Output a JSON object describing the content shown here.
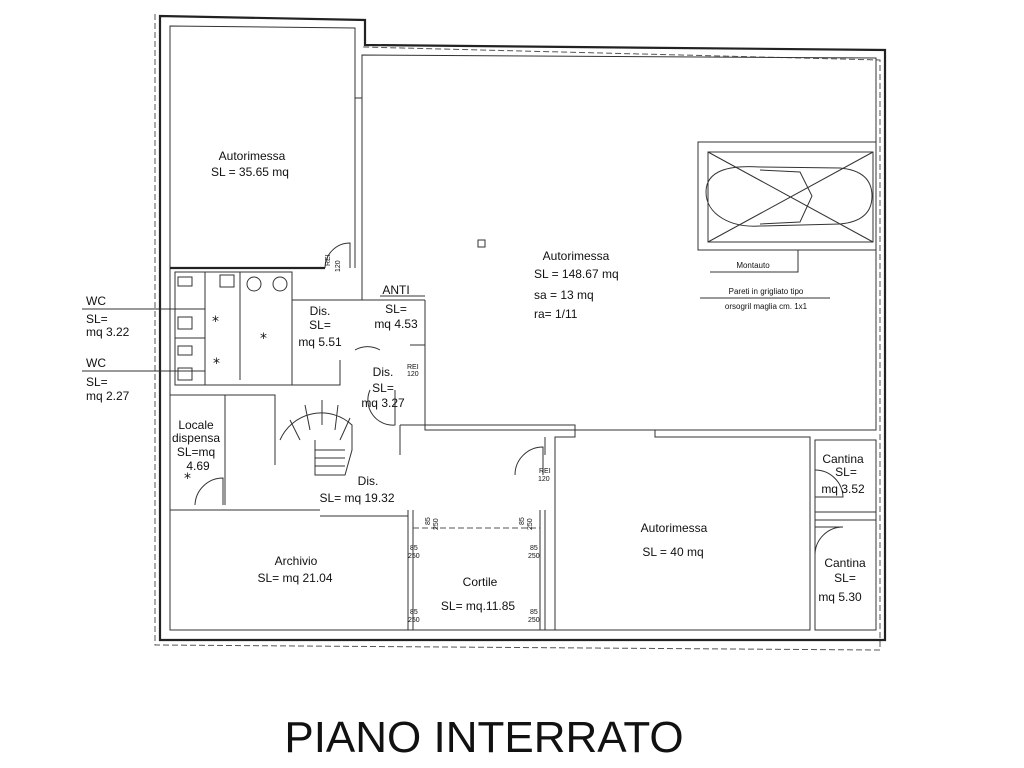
{
  "title": "PIANO INTERRATO",
  "rooms": [
    {
      "id": "autorimessa_1",
      "name": "Autorimessa",
      "area": "SL = 35.65 mq"
    },
    {
      "id": "autorimessa_2",
      "name": "Autorimessa",
      "area": "SL = 148.67 mq",
      "sa": "sa = 13 mq",
      "ra": "ra= 1/11"
    },
    {
      "id": "anti",
      "name": "ANTI",
      "sl": "SL=",
      "area": "mq 4.53"
    },
    {
      "id": "dis_1",
      "name": "Dis.",
      "sl": "SL=",
      "area": "mq 5.51"
    },
    {
      "id": "dis_2",
      "name": "Dis.",
      "sl": "SL=",
      "area": "mq 3.27"
    },
    {
      "id": "wc_1",
      "name": "WC",
      "sl": "SL=",
      "area": "mq 3.22"
    },
    {
      "id": "wc_2",
      "name": "WC",
      "sl": "SL=",
      "area": "mq 2.27"
    },
    {
      "id": "locale_dispensa",
      "name1": "Locale",
      "name2": "dispensa",
      "sl": "SL=mq",
      "area": "4.69"
    },
    {
      "id": "dis_3",
      "name": "Dis.",
      "area": "SL= mq 19.32"
    },
    {
      "id": "archivio",
      "name": "Archivio",
      "area": "SL= mq 21.04"
    },
    {
      "id": "cortile",
      "name": "Cortile",
      "area": "SL= mq.11.85"
    },
    {
      "id": "autorimessa_3",
      "name": "Autorimessa",
      "area": "SL = 40 mq"
    },
    {
      "id": "cantina_1",
      "name": "Cantina",
      "sl": "SL=",
      "area": "mq 3.52"
    },
    {
      "id": "cantina_2",
      "name": "Cantina",
      "sl": "SL=",
      "area": "mq 5.30"
    }
  ],
  "annotations": {
    "montauto": "Montauto",
    "pareti_1": "Pareti in grigliato tipo",
    "pareti_2": "orsogril maglia cm. 1x1",
    "rei": "REI",
    "rei_value": "120",
    "pillar_top": "85",
    "pillar_bottom": "250",
    "star": "*"
  }
}
